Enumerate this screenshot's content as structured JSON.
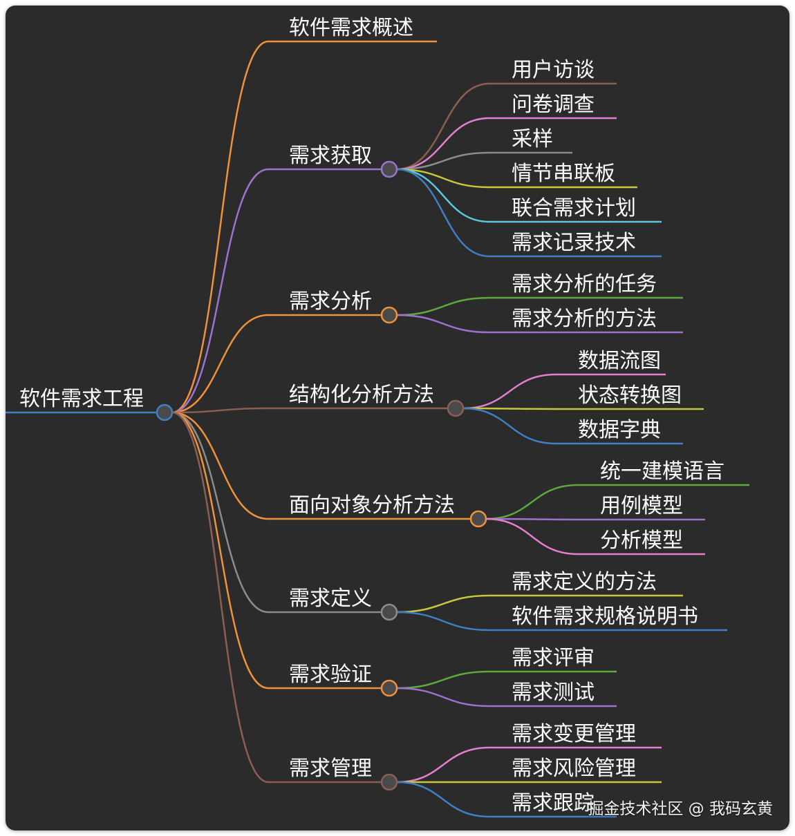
{
  "root": {
    "label": "软件需求工程",
    "color": "#3f7fc5"
  },
  "branches": [
    {
      "label": "软件需求概述",
      "color": "#f0923a",
      "children": []
    },
    {
      "label": "需求获取",
      "color": "#9b72cf",
      "children": [
        {
          "label": "用户访谈",
          "color": "#8a5f52"
        },
        {
          "label": "问卷调查",
          "color": "#e67fd0"
        },
        {
          "label": "采样",
          "color": "#8c8c8c"
        },
        {
          "label": "情节串联板",
          "color": "#c8c83c"
        },
        {
          "label": "联合需求计划",
          "color": "#5bc8dd"
        },
        {
          "label": "需求记录技术",
          "color": "#3f7fc5"
        }
      ]
    },
    {
      "label": "需求分析",
      "color": "#f0923a",
      "children": [
        {
          "label": "需求分析的任务",
          "color": "#5ea83d"
        },
        {
          "label": "需求分析的方法",
          "color": "#9b72cf"
        }
      ]
    },
    {
      "label": "结构化分析方法",
      "color": "#8a5f52",
      "children": [
        {
          "label": "数据流图",
          "color": "#e67fd0"
        },
        {
          "label": "状态转换图",
          "color": "#c8c83c"
        },
        {
          "label": "数据字典",
          "color": "#3f7fc5"
        }
      ]
    },
    {
      "label": "面向对象分析方法",
      "color": "#f0923a",
      "children": [
        {
          "label": "统一建模语言",
          "color": "#5ea83d"
        },
        {
          "label": "用例模型",
          "color": "#9b72cf"
        },
        {
          "label": "分析模型",
          "color": "#e67fd0"
        }
      ]
    },
    {
      "label": "需求定义",
      "color": "#8c8c8c",
      "children": [
        {
          "label": "需求定义的方法",
          "color": "#c8c83c"
        },
        {
          "label": "软件需求规格说明书",
          "color": "#3f7fc5"
        }
      ]
    },
    {
      "label": "需求验证",
      "color": "#f0923a",
      "children": [
        {
          "label": "需求评审",
          "color": "#5ea83d"
        },
        {
          "label": "需求测试",
          "color": "#9b72cf"
        }
      ]
    },
    {
      "label": "需求管理",
      "color": "#8a5f52",
      "children": [
        {
          "label": "需求变更管理",
          "color": "#e67fd0"
        },
        {
          "label": "需求风险管理",
          "color": "#c8c83c"
        },
        {
          "label": "需求跟踪",
          "color": "#3f7fc5"
        }
      ]
    }
  ],
  "watermark": "掘金技术社区 @ 我码玄黄"
}
